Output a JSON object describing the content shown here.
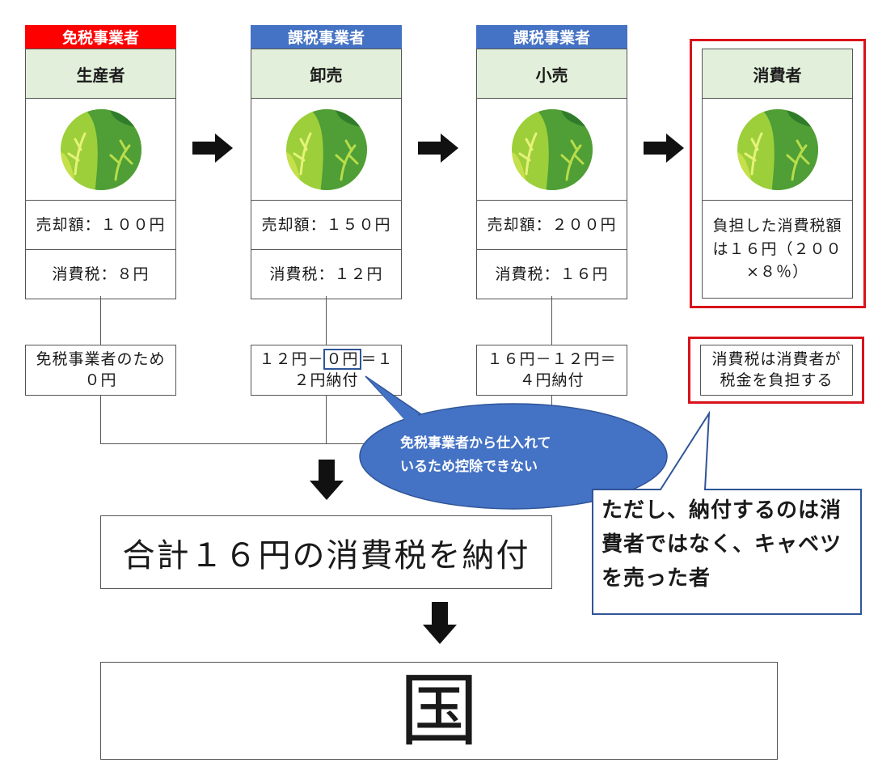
{
  "stages": [
    {
      "tag": "免税事業者",
      "tag_color": "#ff0000",
      "name": "生産者",
      "sale": "売却額：１００円",
      "tax": "消費税：８円",
      "note": "免税事業者のため\n０円"
    },
    {
      "tag": "課税事業者",
      "tag_color": "#4472c4",
      "name": "卸売",
      "sale": "売却額：１５０円",
      "tax": "消費税：１２円",
      "note_pre": "１２円－",
      "note_box": "０円",
      "note_post": "＝１\n２円納付"
    },
    {
      "tag": "課税事業者",
      "tag_color": "#4472c4",
      "name": "小売",
      "sale": "売却額：２００円",
      "tax": "消費税：１６円",
      "note": "１６円－１２円＝\n４円納付"
    },
    {
      "name": "消費者",
      "burden": "負担した消費税額は１６円（２００×８％）",
      "note": "消費税は消費者が\n税金を負担する"
    }
  ],
  "callout_oval": "免税事業者から仕入れて\nいるため控除できない",
  "callout_rect": "ただし、納付するのは消費者ではなく、キャベツを売った者",
  "total": "合計１６円の消費税を納付",
  "country": "国",
  "colors": {
    "accent_red": "#d9121b",
    "accent_blue": "#4472c4",
    "head_green": "#e2efda",
    "callout_border": "#2f5597"
  }
}
